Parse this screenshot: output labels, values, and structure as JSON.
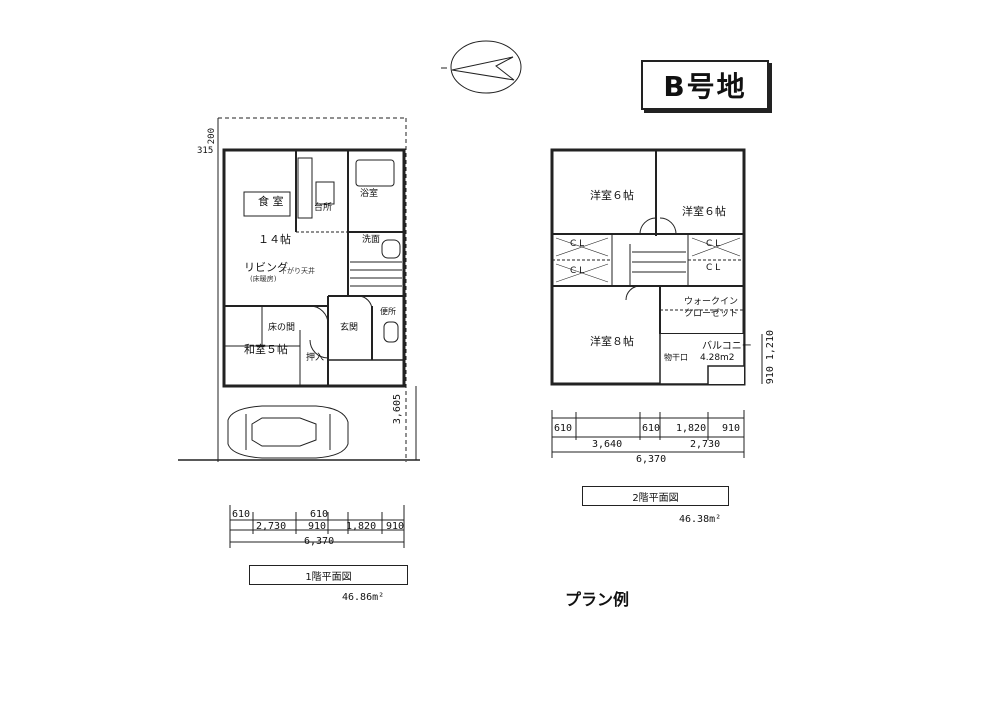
{
  "lot_label": "B号地",
  "plan_example": "プラン例",
  "floor1": {
    "caption": "1階平面図",
    "area": "46.86m²",
    "rooms": {
      "dining": "食 室",
      "mats14": "１４帖",
      "living": "リビング",
      "living_sub": "(床暖房)",
      "kitchen": "台所",
      "bath": "浴室",
      "washroom": "洗面",
      "entrance": "玄関",
      "toilet": "便所",
      "japanese_room": "和室５帖",
      "tokonoma": "床の間",
      "closet": "押入",
      "stair_note": "下がり天井"
    },
    "dims_top": [
      "610",
      "610"
    ],
    "dims_mid": [
      "2,730",
      "910",
      "1,820",
      "910"
    ],
    "dims_total": "6,370",
    "dim_right": "3,605",
    "dim_left_top": "315",
    "dim_left_top2": "200"
  },
  "floor2": {
    "caption": "2階平面図",
    "area": "46.38m²",
    "rooms": {
      "bedroom1": "洋室６帖",
      "bedroom2": "洋室６帖",
      "bedroom3": "洋室８帖",
      "cl1": "C L",
      "cl2": "C L",
      "cl3": "C L",
      "cl4": "C L",
      "walkin": "ウォークイン",
      "walkin2": "クローゼット",
      "balcony": "バルコニー",
      "balcony_area": "4.28m2",
      "storage": "物干口"
    },
    "dims_row1": [
      "610",
      "610",
      "1,820",
      "910"
    ],
    "dims_row2": [
      "3,640",
      "2,730"
    ],
    "dims_total": "6,370",
    "dim_right": "910  1,210"
  }
}
